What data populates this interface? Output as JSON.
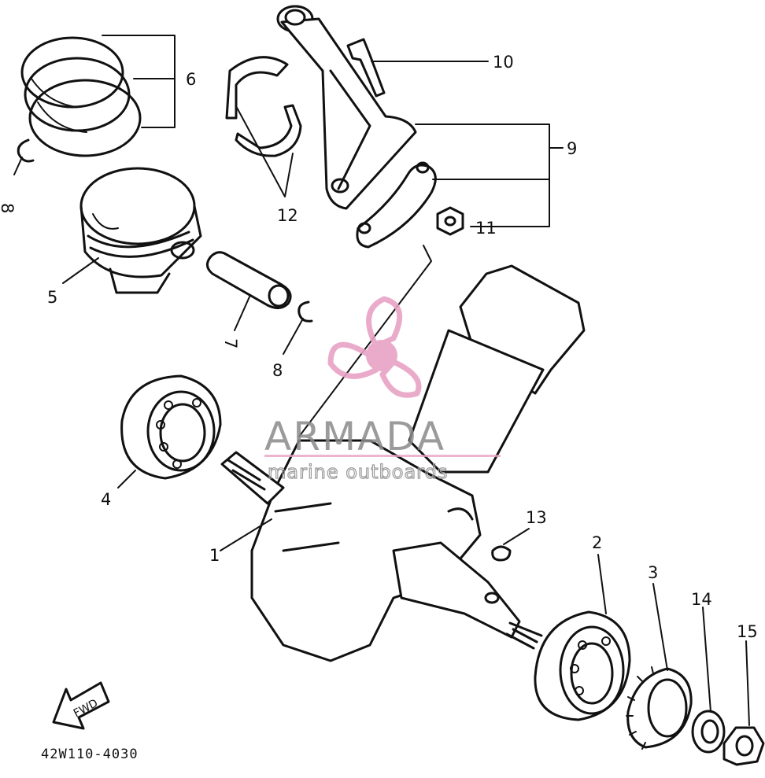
{
  "diagram": {
    "part_numbers": [
      "1",
      "2",
      "3",
      "4",
      "5",
      "6",
      "7",
      "8",
      "8",
      "9",
      "10",
      "11",
      "12",
      "13",
      "14",
      "15"
    ],
    "fwd_label": "FWD",
    "drawing_code": "42W110-4030"
  },
  "watermark": {
    "brand": "ARMADA",
    "tagline": "marine outboards",
    "colors": {
      "logo": "#e8a3c5",
      "text": "#8a8a8a"
    }
  }
}
